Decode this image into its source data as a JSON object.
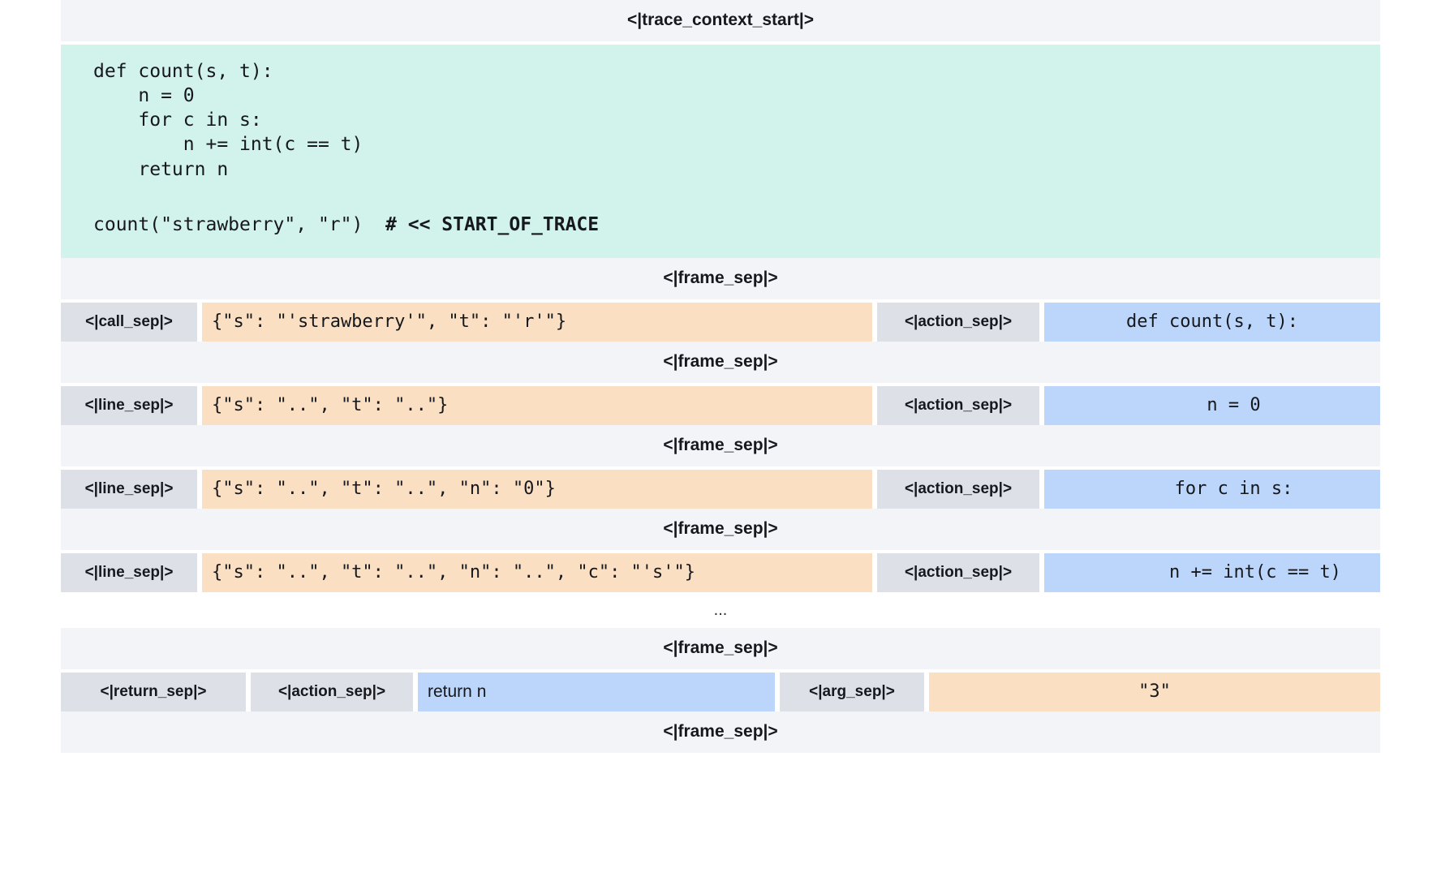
{
  "header": {
    "trace_context_start": "<|trace_context_start|>"
  },
  "code_context": {
    "source": "def count(s, t):\n    n = 0\n    for c in s:\n        n += int(c == t)\n    return n",
    "call_line": "count(\"strawberry\", \"r\")  ",
    "call_comment": "# << START_OF_TRACE"
  },
  "labels": {
    "frame_sep": "<|frame_sep|>",
    "call_sep": "<|call_sep|>",
    "line_sep": "<|line_sep|>",
    "action_sep": "<|action_sep|>",
    "return_sep": "<|return_sep|>",
    "arg_sep": "<|arg_sep|>",
    "ellipsis": "..."
  },
  "steps": [
    {
      "sep": "<|call_sep|>",
      "args": "{\"s\": \"'strawberry'\", \"t\": \"'r'\"}",
      "action_sep": "<|action_sep|>",
      "action": "def count(s, t):"
    },
    {
      "sep": "<|line_sep|>",
      "args": "{\"s\": \"..\", \"t\": \"..\"}",
      "action_sep": "<|action_sep|>",
      "action": "    n = 0"
    },
    {
      "sep": "<|line_sep|>",
      "args": "{\"s\": \"..\", \"t\": \"..\", \"n\": \"0\"}",
      "action_sep": "<|action_sep|>",
      "action": "    for c in s:"
    },
    {
      "sep": "<|line_sep|>",
      "args": "{\"s\": \"..\", \"t\": \"..\", \"n\": \"..\", \"c\": \"'s'\"}",
      "action_sep": "<|action_sep|>",
      "action": "        n += int(c == t)"
    }
  ],
  "return_step": {
    "return_sep": "<|return_sep|>",
    "action_sep": "<|action_sep|>",
    "action": "return n",
    "arg_sep": "<|arg_sep|>",
    "value": "\"3\""
  },
  "colors": {
    "band_bg": "#f2f4f8",
    "code_bg": "#d2f2ec",
    "sep_bg": "#dde1e7",
    "args_bg": "#fadfc2",
    "action_bg": "#bbd6fa",
    "text": "#16181d"
  }
}
